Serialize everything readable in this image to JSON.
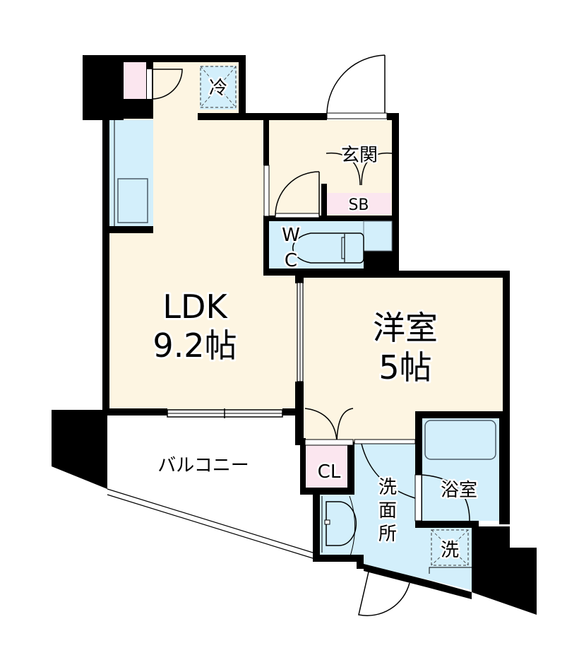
{
  "colors": {
    "floor": "#fdf5e2",
    "wet": "#d3effb",
    "storage": "#fbe6ef",
    "wall": "#000000",
    "background": "#ffffff"
  },
  "rooms": {
    "ldk": {
      "name": "LDK",
      "size": "9.2帖"
    },
    "western": {
      "name": "洋室",
      "size": "5帖"
    },
    "entrance": {
      "name": "玄関"
    },
    "shoe_box": {
      "name": "SB"
    },
    "toilet": {
      "name_line1": "W",
      "name_line2": "C"
    },
    "closet": {
      "name": "CL"
    },
    "washroom": {
      "line1": "洗",
      "line2": "面",
      "line3": "所"
    },
    "bathroom": {
      "name": "浴室"
    },
    "balcony": {
      "name": "バルコニー"
    }
  },
  "fixtures": {
    "fridge": {
      "label": "冷"
    },
    "washer": {
      "label": "洗"
    }
  }
}
